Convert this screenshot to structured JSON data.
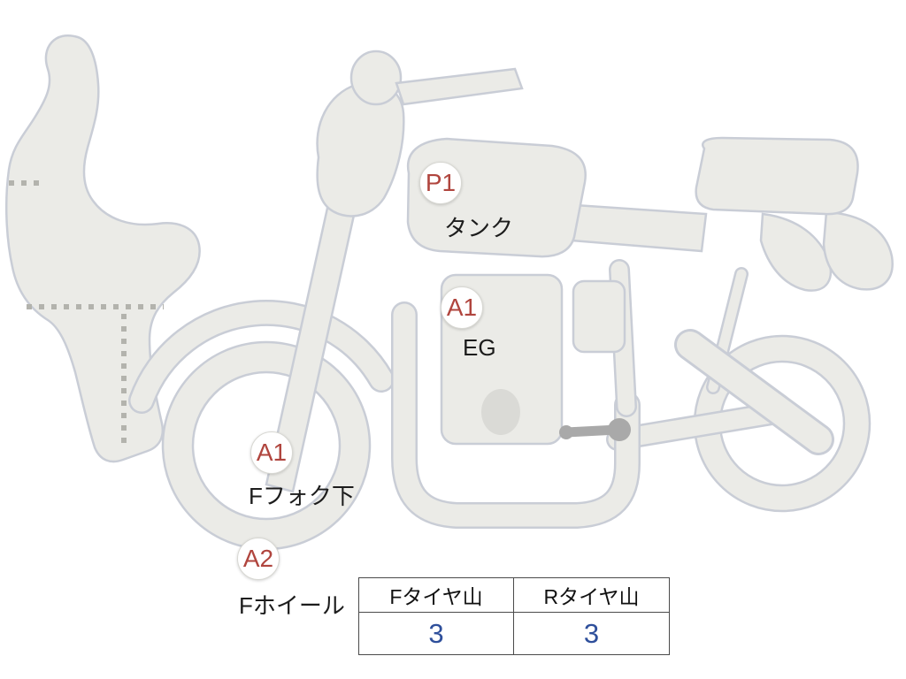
{
  "diagram": {
    "title": "motorcycle-condition-diagram",
    "markers": [
      {
        "code": "P1",
        "label": "タンク"
      },
      {
        "code": "A1",
        "label": "EG"
      },
      {
        "code": "A1",
        "label": "Fフォク下"
      },
      {
        "code": "A2",
        "label": "Fホイール"
      }
    ]
  },
  "tire_table": {
    "columns": [
      {
        "header": "Fタイヤ山",
        "value": "3"
      },
      {
        "header": "Rタイヤ山",
        "value": "3"
      }
    ]
  },
  "colors": {
    "marker_code": "#b0453e",
    "tread_value": "#2e4f9b",
    "artwork_fill": "#ebebe7",
    "artwork_stroke": "#c9cdd6"
  }
}
